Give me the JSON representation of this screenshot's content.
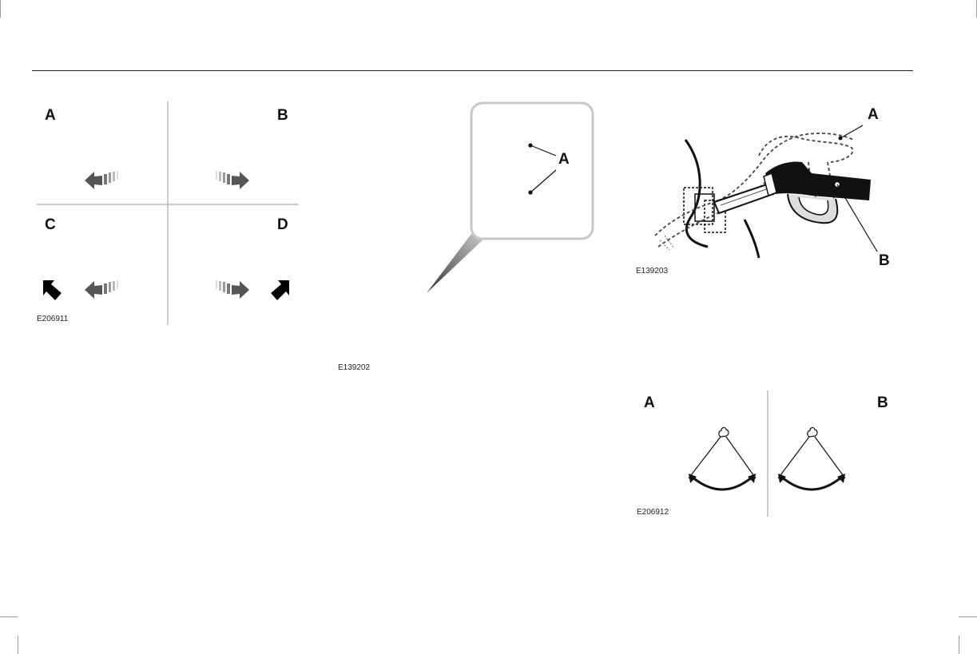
{
  "figures": {
    "indicator_arrows": {
      "labels": [
        "A",
        "B",
        "C",
        "D"
      ],
      "code": "E206911"
    },
    "callout": {
      "label": "A",
      "code": "E139202"
    },
    "fuel_nozzle": {
      "labels": [
        "A",
        "B"
      ],
      "code": "E139203"
    },
    "swing_arc": {
      "labels": [
        "A",
        "B"
      ],
      "code": "E206912"
    }
  }
}
